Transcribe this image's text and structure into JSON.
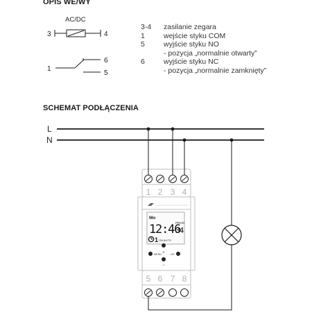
{
  "legend": {
    "heading": "OPIS WE/WY",
    "supply_label": "AC/DC",
    "pins": {
      "p3": "3",
      "p4": "4",
      "p1": "1",
      "p6": "6",
      "p5": "5"
    },
    "rows": [
      {
        "num": "3-4",
        "text": "zasilanie zegara"
      },
      {
        "num": "1",
        "text": "wejście styku COM"
      },
      {
        "num": "5",
        "text": "wyjście styku NO"
      },
      {
        "num": "",
        "text": "- pozycja „normalnie otwarty”"
      },
      {
        "num": "6",
        "text": "wyjście styku NC"
      },
      {
        "num": "",
        "text": "- pozycja „normalnie zamknięty”"
      }
    ]
  },
  "wiring": {
    "heading": "SCHEMAT PODŁĄCZENIA",
    "line_L": "L",
    "line_N": "N",
    "top_terminals": [
      "1",
      "2",
      "3",
      "4"
    ],
    "bottom_terminals": [
      "5",
      "6",
      "7",
      "8"
    ]
  },
  "device": {
    "lcd": {
      "day": "Mo",
      "time": "12:46",
      "extra_top": "PROG",
      "extra_num": "34",
      "symbol": "ON AUTO"
    },
    "buttons": {
      "menu": "MENU",
      "ok": "OK",
      "plus": "+",
      "minus": "−"
    }
  },
  "colors": {
    "wire": "#1a1a1a",
    "device_outline": "#bfbfbf",
    "terminal_label": "#b0b0b0",
    "text": "#222222"
  }
}
